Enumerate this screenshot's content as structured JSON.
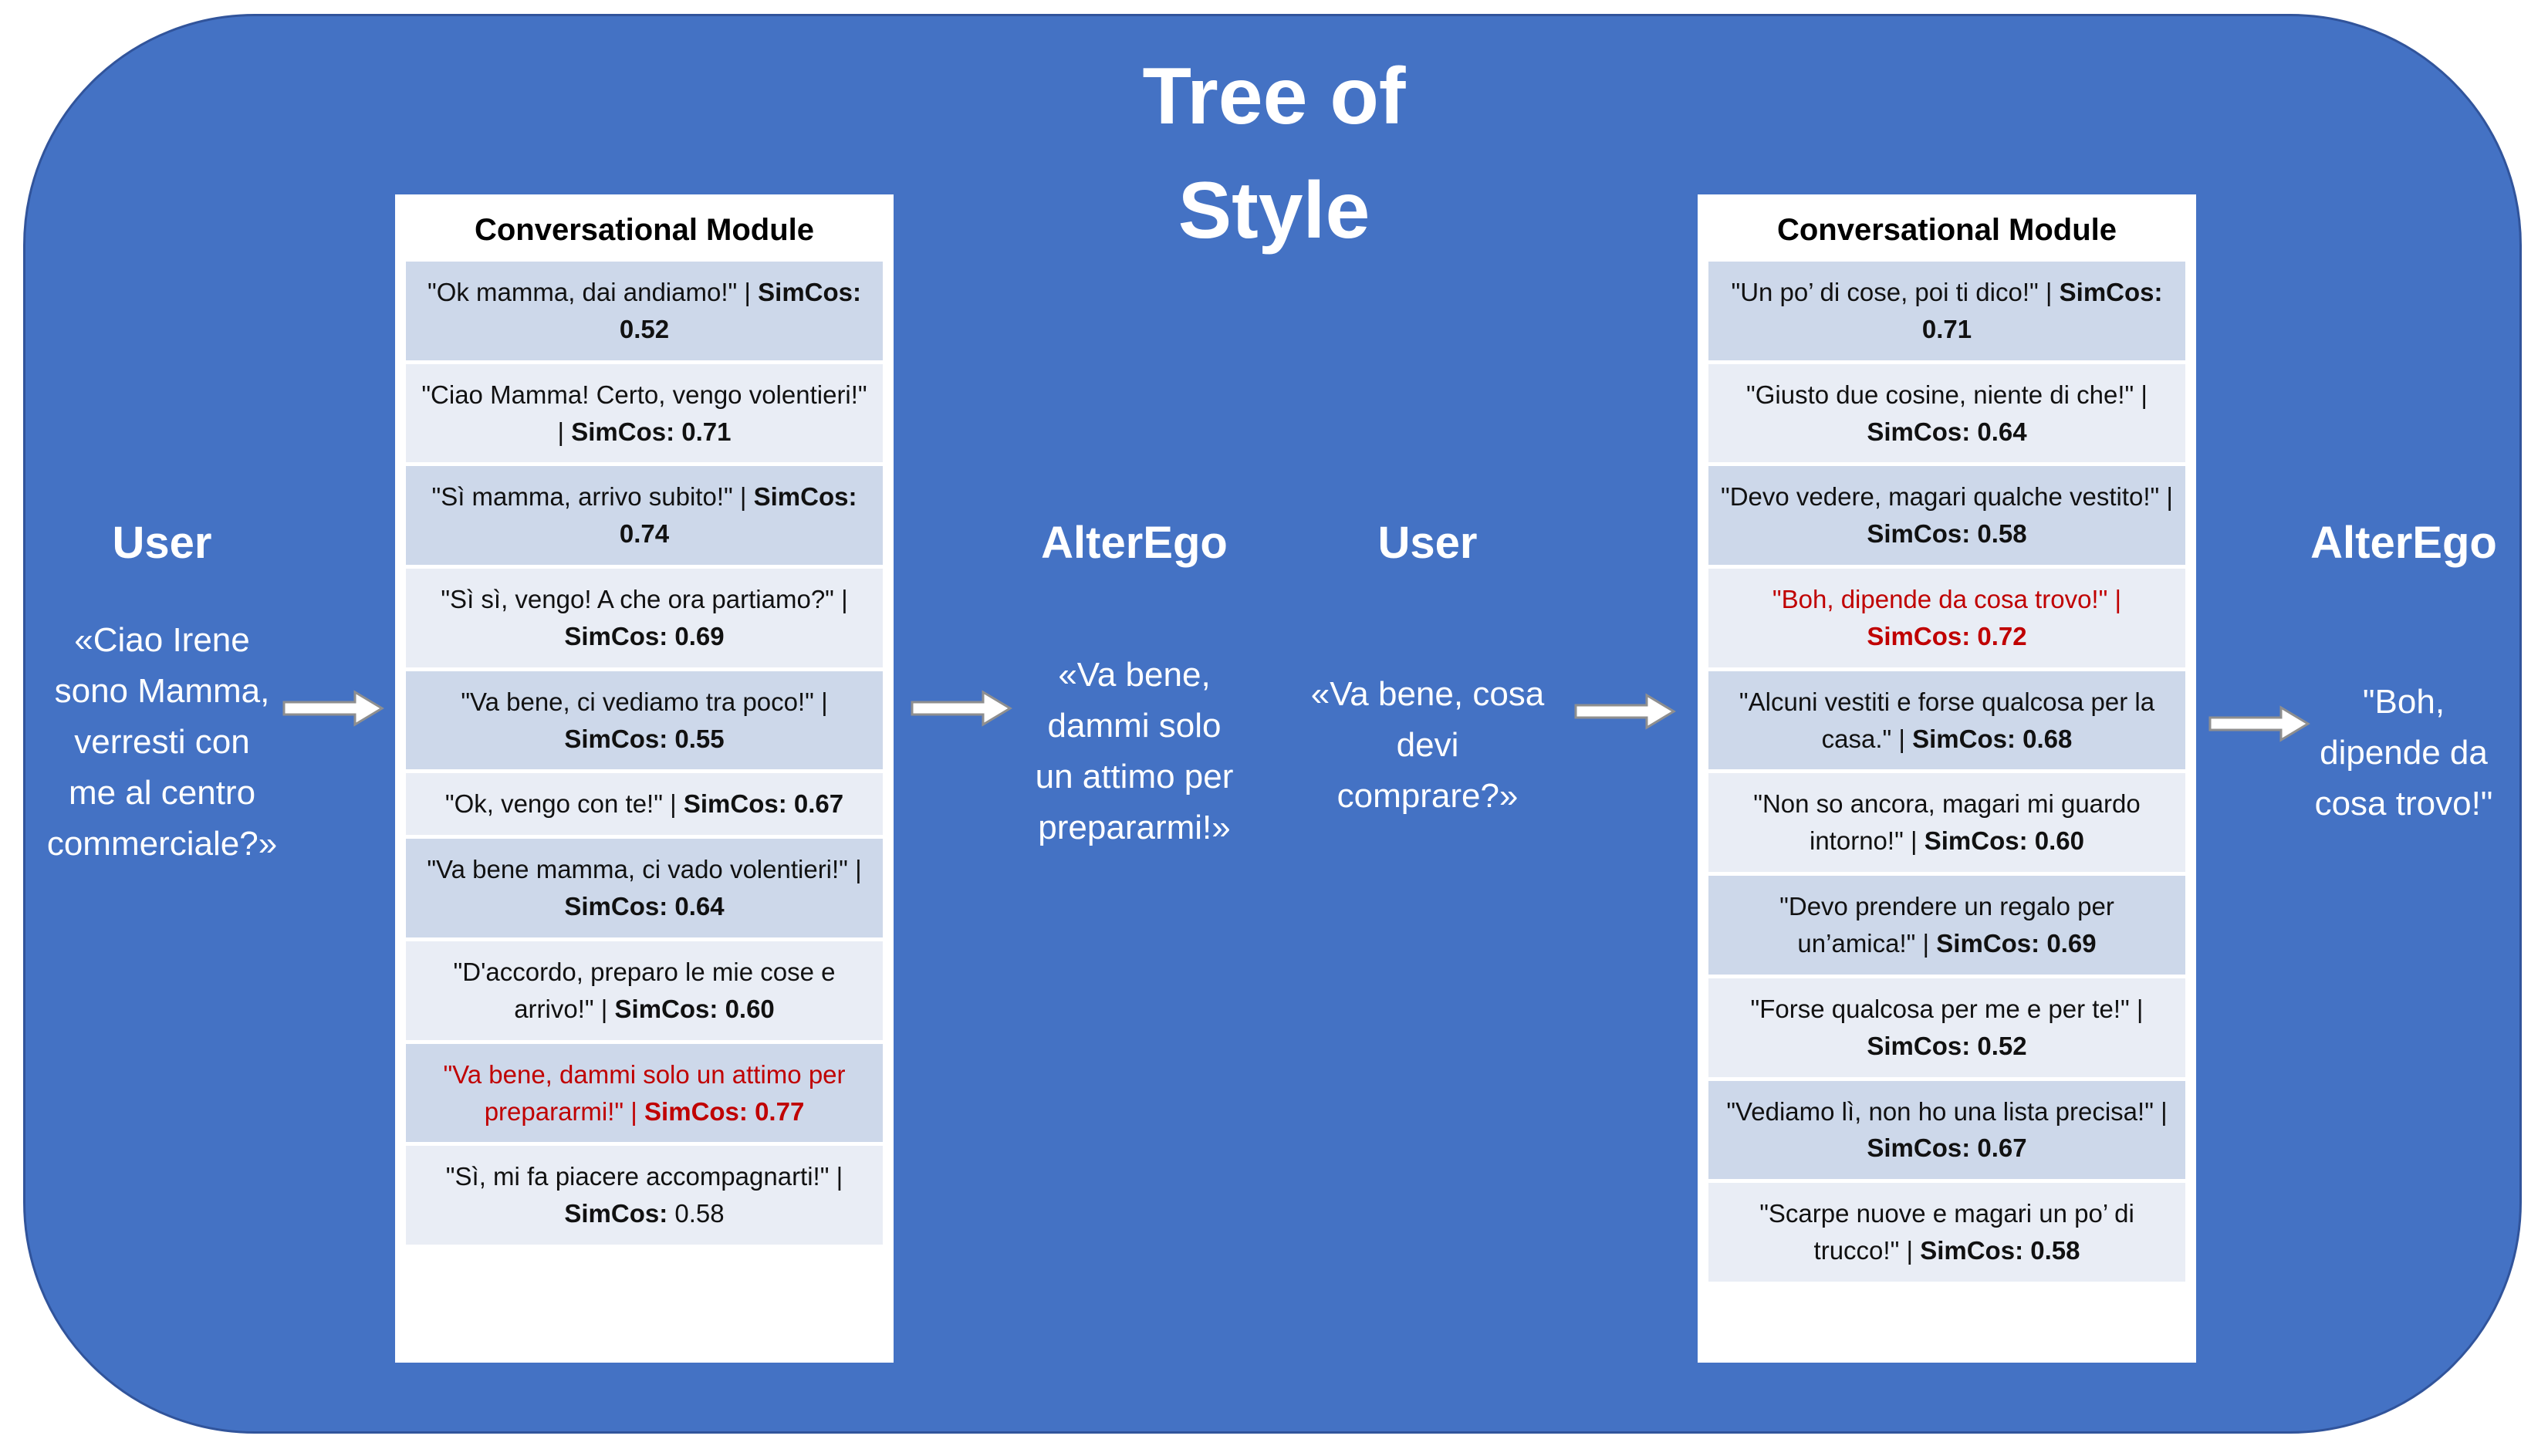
{
  "title": "Tree of\nStyle",
  "colors": {
    "slide_blue": "#4472C4",
    "slide_border": "#31549B",
    "row_dark": "#CDD8EA",
    "row_light": "#E9EDF5",
    "highlight_red": "#C00000",
    "arrow_fill": "#FFFFFF",
    "arrow_stroke": "#8F8F8F"
  },
  "actors": {
    "user1": {
      "heading": "User",
      "quote": "«Ciao Irene\nsono Mamma,\nverresti con\nme al centro\ncommerciale?»"
    },
    "alterego1": {
      "heading": "AlterEgo",
      "quote": "«Va bene,\ndammi solo\nun attimo per\nprepararmi!»"
    },
    "user2": {
      "heading": "User",
      "quote": "«Va bene, cosa\ndevi\ncomprare?»"
    },
    "alterego2": {
      "heading": "AlterEgo",
      "quote": "\"Boh,\ndipende da\ncosa trovo!\""
    }
  },
  "modules": {
    "left": {
      "header": "Conversational Module",
      "items": [
        {
          "text": "\"Ok mamma, dai andiamo!\"",
          "sep": "|",
          "label": "SimCos:",
          "value": "0.52"
        },
        {
          "text": "\"Ciao Mamma! Certo, vengo volentieri!\"",
          "sep": "|",
          "label": "SimCos:",
          "value": "0.71"
        },
        {
          "text": "\"Sì mamma, arrivo subito!\"",
          "sep": "|",
          "label": "SimCos:",
          "value": "0.74"
        },
        {
          "text": "\"Sì sì, vengo! A che ora partiamo?\"",
          "sep": "|",
          "label": "SimCos:",
          "value": "0.69"
        },
        {
          "text": "\"Va bene, ci vediamo tra poco!\"",
          "sep": "|",
          "label": "SimCos:",
          "value": "0.55"
        },
        {
          "text": "\"Ok, vengo con te!\"",
          "sep": "|",
          "label": "SimCos:",
          "value": "0.67"
        },
        {
          "text": "\"Va bene mamma, ci vado volentieri!\"",
          "sep": "|",
          "label": "SimCos:",
          "value": "0.64"
        },
        {
          "text": "\"D'accordo, preparo le mie cose e arrivo!\"",
          "sep": "|",
          "label": "SimCos:",
          "value": "0.60"
        },
        {
          "text": "\"Va bene, dammi solo un attimo per prepararmi!\"",
          "sep": "|",
          "label": "SimCos:",
          "value": "0.77",
          "highlight": true
        },
        {
          "text": "\"Sì, mi fa piacere accompagnarti!\"",
          "sep": "|",
          "label": "SimCos:",
          "value": "0.58",
          "value_bold": false
        }
      ]
    },
    "right": {
      "header": "Conversational Module",
      "items": [
        {
          "text": "\"Un po’ di cose, poi ti dico!\"",
          "sep": "|",
          "label": "SimCos:",
          "value": "0.71"
        },
        {
          "text": "\"Giusto due cosine, niente di che!\"",
          "sep": "|",
          "label": "SimCos:",
          "value": "0.64"
        },
        {
          "text": "\"Devo vedere, magari qualche vestito!\"",
          "sep": "|",
          "label": "SimCos:",
          "value": "0.58"
        },
        {
          "text": "\"Boh, dipende da cosa trovo!\"",
          "sep": "|",
          "label": "SimCos:",
          "value": "0.72",
          "highlight": true
        },
        {
          "text": "\"Alcuni vestiti e forse qualcosa per la casa.\"",
          "sep": "|",
          "label": "SimCos:",
          "value": "0.68"
        },
        {
          "text": "\"Non so ancora, magari mi guardo intorno!\"",
          "sep": "|",
          "label": "SimCos:",
          "value": "0.60"
        },
        {
          "text": "\"Devo prendere un regalo per un’amica!\"",
          "sep": "|",
          "label": "SimCos:",
          "value": "0.69"
        },
        {
          "text": "\"Forse qualcosa per me e per te!\"",
          "sep": "|",
          "label": "SimCos:",
          "value": "0.52"
        },
        {
          "text": "\"Vediamo lì, non ho una lista precisa!\"",
          "sep": "|",
          "label": "SimCos:",
          "value": "0.67"
        },
        {
          "text": "\"Scarpe nuove e magari un po’ di trucco!\"",
          "sep": "|",
          "label": "SimCos:",
          "value": "0.58"
        }
      ]
    }
  }
}
